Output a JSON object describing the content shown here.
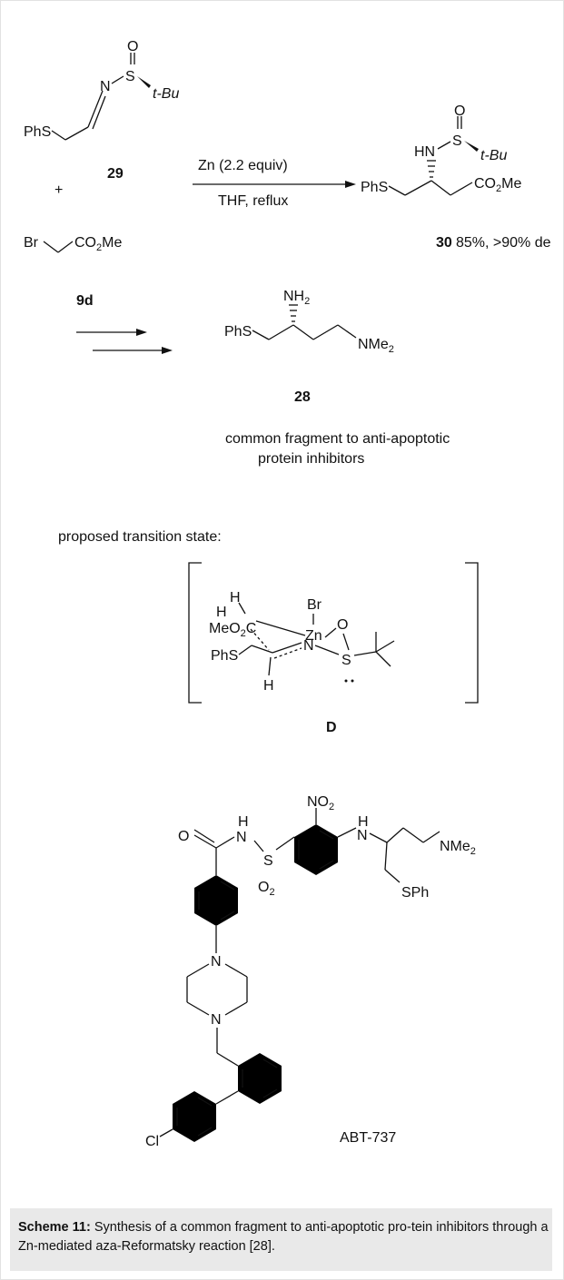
{
  "scheme": {
    "compound_29": "29",
    "compound_9d": "9d",
    "compound_30": "30",
    "compound_28": "28",
    "intermediate_D": "D",
    "plus": "+",
    "reagent_above": "Zn (2.2 equiv)",
    "reagent_below": "THF, reflux",
    "yield_30": "85%, >90% de",
    "label_PhS": "PhS",
    "label_SPh": "SPh",
    "label_tBu": "t-Bu",
    "label_O": "O",
    "label_N": "N",
    "label_S": "S",
    "label_HN": "HN",
    "label_H": "H",
    "label_Br": "Br",
    "label_Zn": "Zn",
    "label_Cl": "Cl",
    "label_CO2Me_a": "CO",
    "label_CO2Me_b": "2",
    "label_CO2Me_c": "Me",
    "label_MeO2C_a": "MeO",
    "label_MeO2C_b": "2",
    "label_MeO2C_c": "C",
    "label_NH2_a": "NH",
    "label_NH2_b": "2",
    "label_NMe2_a": "NMe",
    "label_NMe2_b": "2",
    "label_NO2_a": "NO",
    "label_NO2_b": "2",
    "label_O2_a": "O",
    "label_O2_b": "2",
    "fragment_note_line1": "common fragment to anti-apoptotic",
    "fragment_note_line2": "protein inhibitors",
    "ts_heading": "proposed transition state:",
    "drug_name": "ABT-737"
  },
  "caption": {
    "label": "Scheme 11:",
    "text": " Synthesis of a common fragment to anti-apoptotic pro-tein inhibitors through a Zn-mediated aza-Reformatsky reaction [28]."
  }
}
